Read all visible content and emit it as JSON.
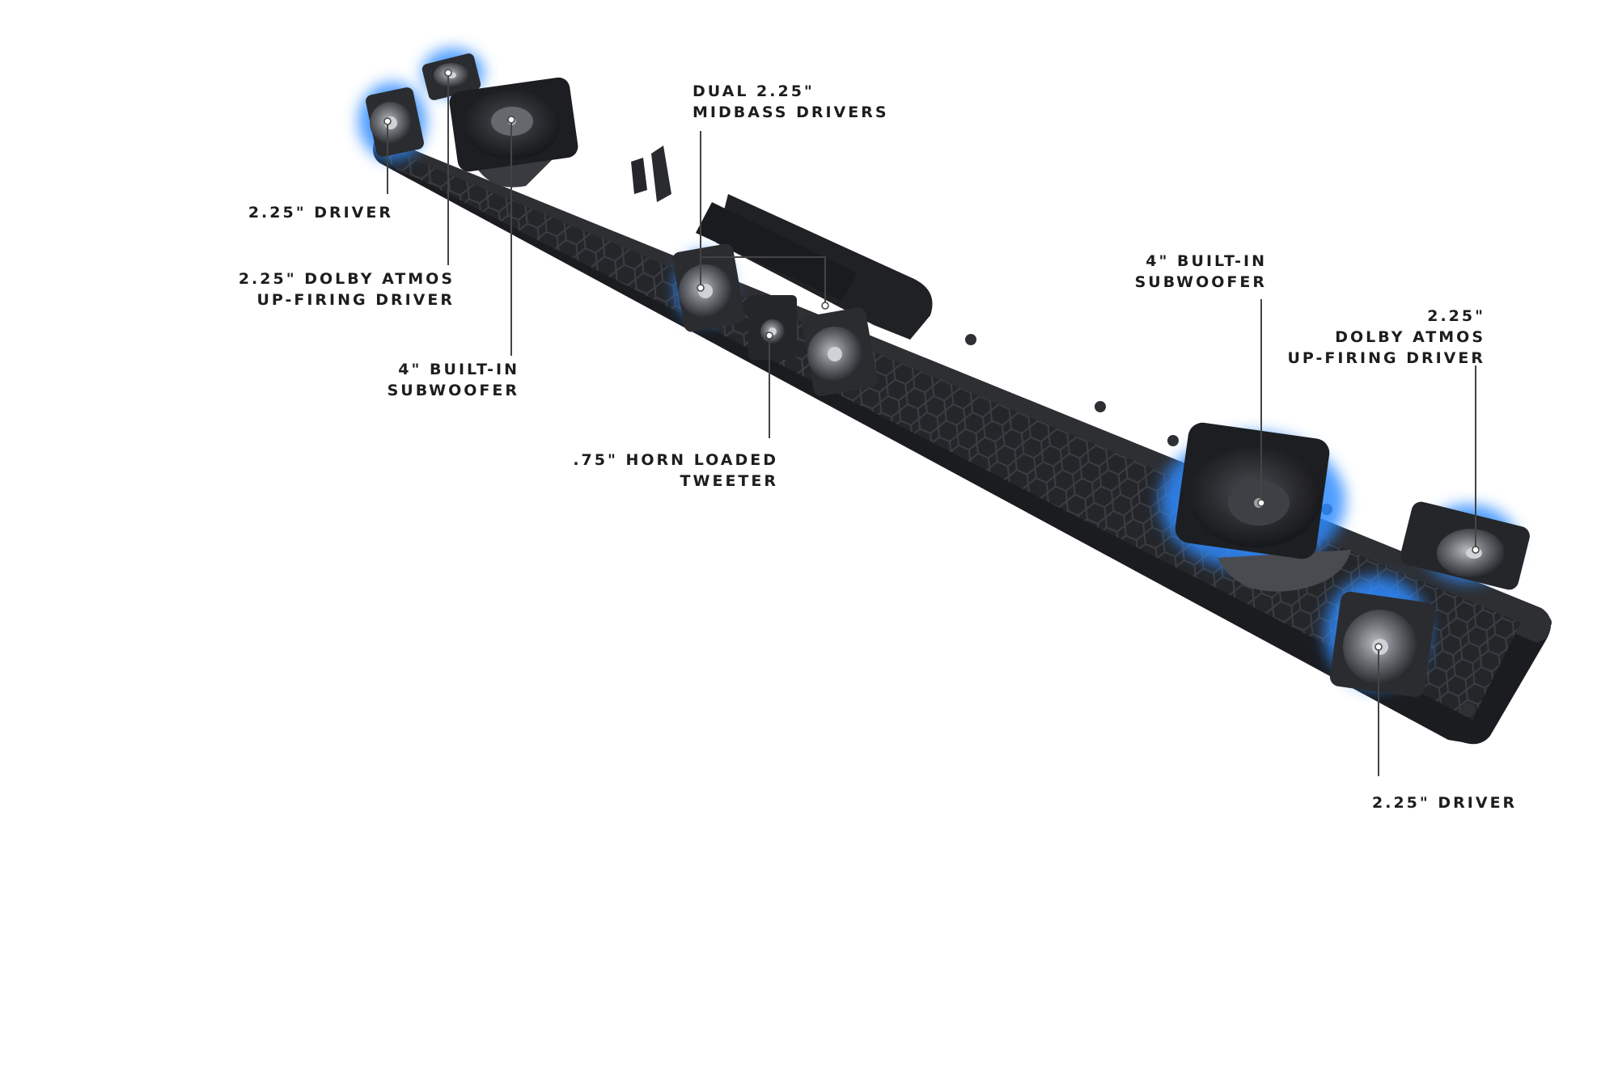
{
  "colors": {
    "background": "#ffffff",
    "chassis": "#1e1f22",
    "chassis_edge": "#2c2d31",
    "grid": "#3a3b40",
    "glow": "#2f8bff",
    "cone": "#7d8085",
    "label_text": "#1d1d1d",
    "leader_line": "#444444"
  },
  "callouts": {
    "left_driver": {
      "lines": [
        "2.25\" DRIVER"
      ]
    },
    "left_atmos": {
      "lines": [
        "2.25\" DOLBY ATMOS",
        "UP-FIRING DRIVER"
      ]
    },
    "left_sub": {
      "lines": [
        "4\" BUILT-IN",
        "SUBWOOFER"
      ]
    },
    "midbass": {
      "lines": [
        "DUAL 2.25\"",
        "MIDBASS DRIVERS"
      ]
    },
    "tweeter": {
      "lines": [
        ".75\" HORN LOADED",
        "TWEETER"
      ]
    },
    "right_sub": {
      "lines": [
        "4\" BUILT-IN",
        "SUBWOOFER"
      ]
    },
    "right_atmos": {
      "lines": [
        "2.25\"",
        "DOLBY ATMOS",
        "UP-FIRING DRIVER"
      ]
    },
    "right_driver": {
      "lines": [
        "2.25\" DRIVER"
      ]
    }
  },
  "icons": {
    "product": "soundbar-cutaway-icon"
  }
}
